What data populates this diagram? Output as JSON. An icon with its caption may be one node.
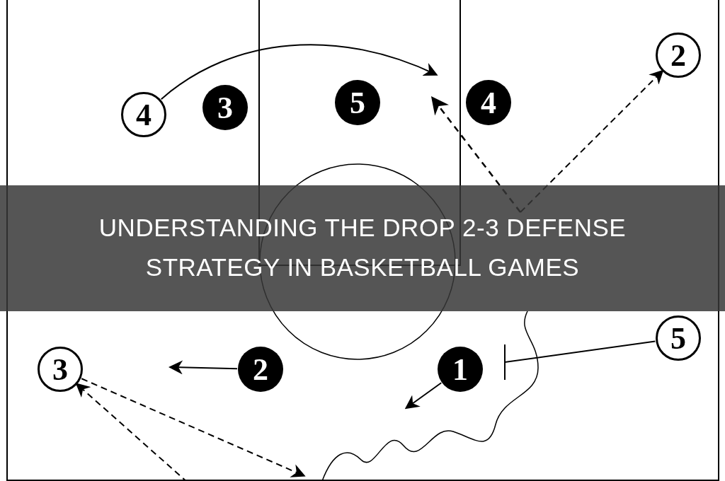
{
  "diagram": {
    "title": "UNDERSTANDING THE DROP 2-3 DEFENSE STRATEGY IN BASKETBALL GAMES",
    "nodes": [
      {
        "text": [
          "4"
        ]
      },
      {
        "text": [
          "3"
        ]
      },
      {
        "text": [
          "5"
        ]
      },
      {
        "text": [
          "4"
        ]
      },
      {
        "text": [
          "2"
        ]
      },
      {
        "text": [
          "5"
        ]
      },
      {
        "text": [
          "3"
        ]
      },
      {
        "text": [
          "2"
        ]
      },
      {
        "text": [
          "1"
        ]
      }
    ],
    "edges": [
      {
        "from": 0,
        "to": null,
        "arrow": "to"
      },
      {
        "from": null,
        "to": 4,
        "arrow": "to",
        "style": "dashed"
      },
      {
        "from": 5,
        "to": null,
        "arrow": "other"
      },
      {
        "from": 7,
        "to": null,
        "arrow": "to"
      },
      {
        "from": 8,
        "to": null,
        "arrow": "to"
      },
      {
        "from": 6,
        "to": null,
        "arrow": "to",
        "style": "dashed"
      },
      {
        "from": null,
        "to": 6,
        "arrow": "to",
        "style": "dashed"
      }
    ]
  }
}
